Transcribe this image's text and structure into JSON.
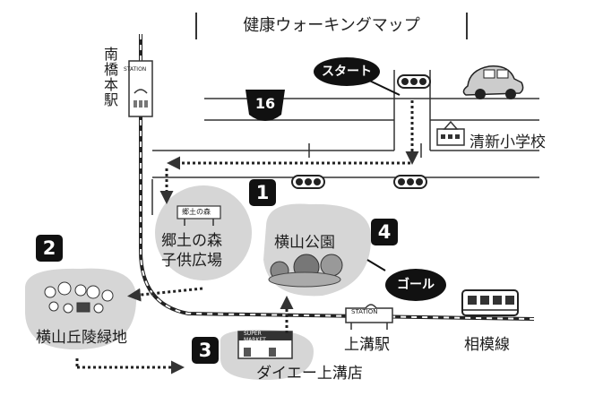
{
  "title": "健康ウォーキングマップ",
  "route_number": "16",
  "callouts": {
    "start": "スタート",
    "goal": "ゴール"
  },
  "stations": {
    "minami_hashimoto": "南橋本駅",
    "kamimizo": "上溝駅",
    "station_sign": "STATION"
  },
  "rail_line": "相模線",
  "places": {
    "school": "清新小学校",
    "kyodo": "郷土の森\n子供広場",
    "kyodo_sign": "郷土の森",
    "park": "横山公園",
    "hills": "横山丘陵緑地",
    "daiei": "ダイエー上溝店",
    "supermarket_sign": "SUPER\nMARKET"
  },
  "waypoints": [
    "1",
    "2",
    "3",
    "4"
  ]
}
